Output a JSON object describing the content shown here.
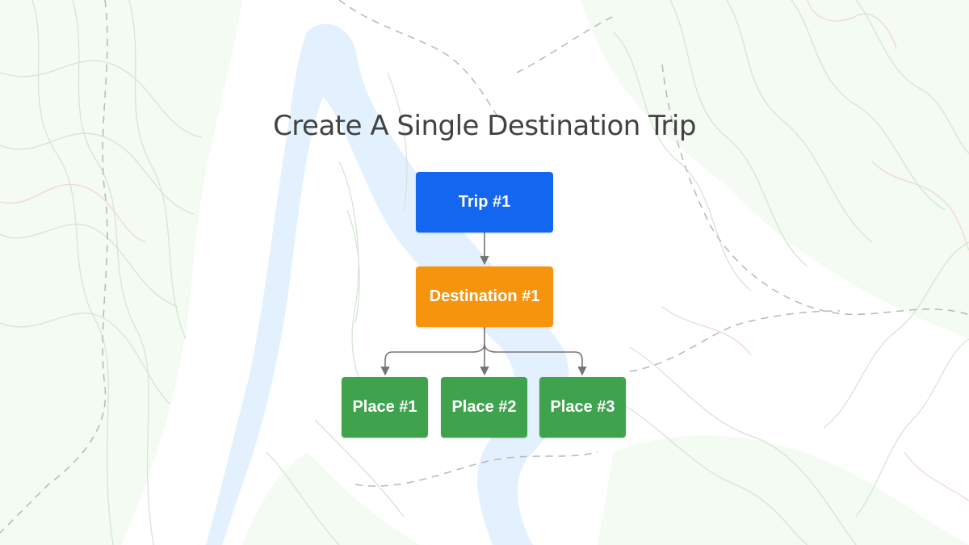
{
  "title": "Create A Single Destination Trip",
  "nodes": {
    "trip": {
      "label": "Trip #1",
      "color": "#1366F0"
    },
    "destination": {
      "label": "Destination #1",
      "color": "#F7940E"
    },
    "places": [
      {
        "label": "Place #1",
        "color": "#3FA34D"
      },
      {
        "label": "Place #2",
        "color": "#3FA34D"
      },
      {
        "label": "Place #3",
        "color": "#3FA34D"
      }
    ]
  },
  "connector_color": "#757575",
  "background": {
    "type": "topographic-map",
    "land": "#F3FBF2",
    "water": "#E3F1FE",
    "contour": "#D9E6D7",
    "trail": "#B8B8B8"
  }
}
